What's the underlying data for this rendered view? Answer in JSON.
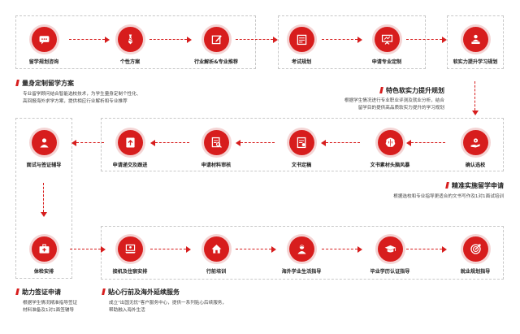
{
  "colors": {
    "accent": "#d71d1d",
    "halo": "#f4d4d4",
    "box_border": "#c8c8c8"
  },
  "nodes": {
    "consult": {
      "label": "留学规划咨询",
      "icon": "chat-bubble-icon"
    },
    "custom_plan": {
      "label": "个性方案",
      "icon": "tie-icon"
    },
    "industry": {
      "label": "行业解析&专业推荐",
      "icon": "edit-icon"
    },
    "exam": {
      "label": "考试规划",
      "icon": "calendar-icon"
    },
    "major_apply": {
      "label": "申请专业定制",
      "icon": "presentation-icon"
    },
    "soft_skill": {
      "label": "软实力提升学习规划",
      "icon": "person-desk-icon"
    },
    "school_confirm": {
      "label": "确认选校",
      "icon": "hand-pin-icon"
    },
    "materials_style": {
      "label": "文书素材头脑风暴",
      "icon": "brain-icon"
    },
    "doc_finalize": {
      "label": "文书定稿",
      "icon": "certificate-icon"
    },
    "review": {
      "label": "申请材料审核",
      "icon": "document-search-icon"
    },
    "submit": {
      "label": "申请递交及跟进",
      "icon": "upload-icon"
    },
    "interview": {
      "label": "面试与签证辅导",
      "icon": "person-icon"
    },
    "health": {
      "label": "体检安排",
      "icon": "medical-kit-icon"
    },
    "pickup": {
      "label": "接机及住宿安排",
      "icon": "laptop-person-icon"
    },
    "predeparture": {
      "label": "行前培训",
      "icon": "house-icon"
    },
    "life_guide": {
      "label": "海外学业生活指导",
      "icon": "student-icon"
    },
    "degree_cert": {
      "label": "毕业学历认证指导",
      "icon": "graduation-cap-icon"
    },
    "career": {
      "label": "就业规划指导",
      "icon": "target-icon"
    }
  },
  "sections": {
    "s1": {
      "title": "量身定制留学方案",
      "desc": [
        "专业留学顾问结合智能选校技术，为学生量身定制个性化、",
        "高回报海外求学方案，提供相应行业解析和专业推荐"
      ]
    },
    "s2": {
      "title": "特色软实力提升规划",
      "desc": [
        "根据学生情况进行专业职业评测及就业分析，结合",
        "留学目的提供高品质软实力提升的学习规划"
      ]
    },
    "s3": {
      "title": "精准实施留学申请",
      "desc": [
        "根据选校和专业指导更适合的文书写作及1对1面试培训"
      ]
    },
    "s4": {
      "title": "助力签证申请",
      "desc": [
        "根据学生情况精准指导签证",
        "材料准备及1对1面签辅导"
      ]
    },
    "s5": {
      "title": "贴心行前及海外延续服务",
      "desc": [
        "成立\"出国无忧\"客户服务中心，提供一系列贴心后续服务，",
        "帮助融入海外生活"
      ]
    }
  }
}
